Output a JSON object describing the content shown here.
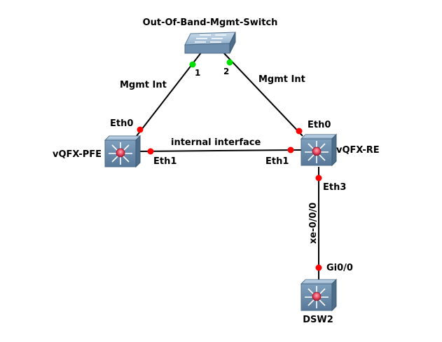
{
  "diagram": {
    "nodes": {
      "oob_switch": {
        "label": "Out-Of-Band-Mgmt-Switch"
      },
      "vqfx_pfe": {
        "label": "vQFX-PFE"
      },
      "vqfx_re": {
        "label": "vQFX-RE"
      },
      "dsw2": {
        "label": "DSW2"
      }
    },
    "links": {
      "mgmt_left": {
        "label": "Mgmt Int",
        "port_switch": "1",
        "port_device": "Eth0"
      },
      "mgmt_right": {
        "label": "Mgmt Int",
        "port_switch": "2",
        "port_device": "Eth0"
      },
      "internal": {
        "label": "internal interface",
        "port_pfe": "Eth1",
        "port_re": "Eth1"
      },
      "uplink": {
        "label": "xe-0/0/0",
        "port_re": "Eth3",
        "port_dsw": "Gi0/0"
      }
    },
    "colors": {
      "link_up": "#00e000",
      "link_down": "#ff0000",
      "device_body": "#6d8fad",
      "device_top": "#a9c3da",
      "device_side": "#4e6d89"
    }
  }
}
